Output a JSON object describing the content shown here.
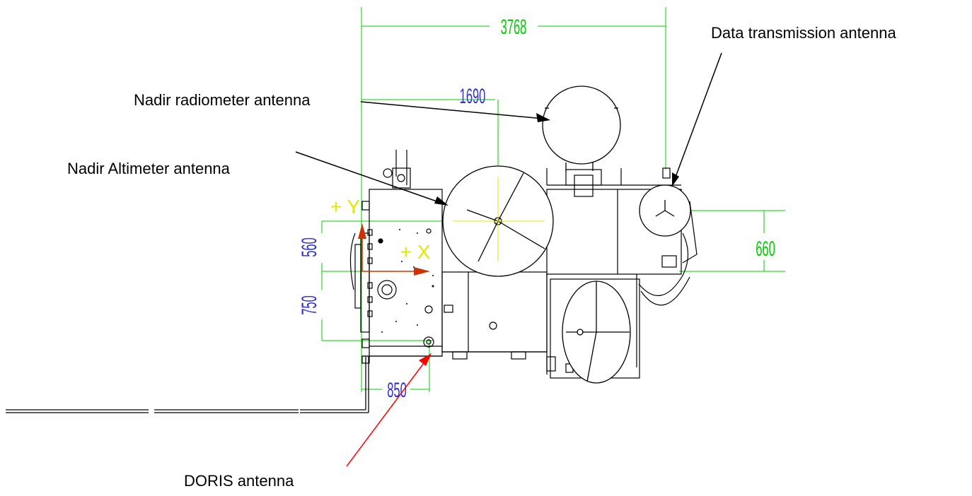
{
  "labels": {
    "data_transmission_antenna": "Data transmission antenna",
    "nadir_radiometer_antenna": "Nadir radiometer antenna",
    "nadir_altimeter_antenna": "Nadir Altimeter antenna",
    "doris_antenna": "DORIS antenna"
  },
  "dimensions": {
    "overall_width": "3768",
    "radiometer_offset": "1690",
    "transmission_offset": "660",
    "y_upper": "560",
    "y_lower": "750",
    "doris_offset": "850"
  },
  "axes": {
    "plus_x": "+ X",
    "plus_y": "+ Y"
  },
  "colors": {
    "drawing": "#000000",
    "dimension_line": "#00cc00",
    "dimension_text_blue": "#3333cc",
    "axis_label": "#e6e600",
    "axis_arrow": "#cc3300",
    "doris_leader": "#ff0000"
  }
}
